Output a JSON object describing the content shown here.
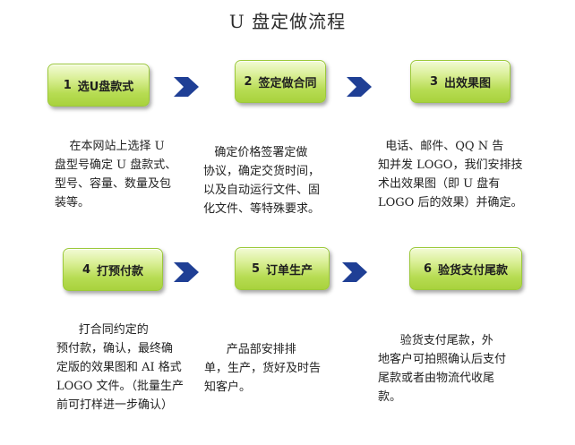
{
  "title": "U 盘定做流程",
  "steps": [
    {
      "num": "1",
      "label": "选U盘款式"
    },
    {
      "num": "2",
      "label": "签定做合同"
    },
    {
      "num": "3",
      "label": "出效果图"
    },
    {
      "num": "4",
      "label": "打预付款"
    },
    {
      "num": "5",
      "label": "订单生产"
    },
    {
      "num": "6",
      "label": "验货支付尾款"
    }
  ],
  "descriptions": [
    "    在本网站上选择 U\n盘型号确定 U 盘款式、\n型号、容量、数量及包\n装等。",
    "   确定价格签署定做\n协议，确定交货时间，\n以及自动运行文件、固\n化文件、等特殊要求。",
    "  电话、邮件、QQ N 告\n知并发 LOGO，我们安排技\n术出效果图（即 U 盘有\nLOGO 后的效果）并确定。",
    "      打合同约定的\n预付款，确认，最终确\n定版的效果图和 AI 格式\nLOGO 文件。（批量生产\n前可打样进一步确认）",
    "      产品部安排排\n单，生产，货好及时告\n知客户。",
    "      验货支付尾款，外\n地客户可拍照确认后支付\n尾款或者由物流代收尾\n款。"
  ],
  "colors": {
    "arrow": "#1f3f95",
    "step_green": "#b7dc53"
  }
}
